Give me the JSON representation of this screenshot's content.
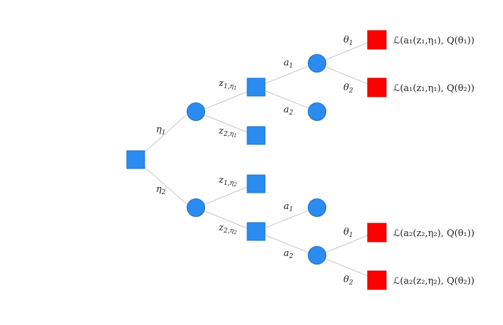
{
  "diagram": {
    "nodes": [
      {
        "id": "root",
        "shape": "square"
      },
      {
        "id": "c_eta1",
        "shape": "circle"
      },
      {
        "id": "c_eta2",
        "shape": "circle"
      },
      {
        "id": "d_z1_eta1",
        "shape": "square"
      },
      {
        "id": "d_z2_eta1",
        "shape": "square"
      },
      {
        "id": "d_z1_eta2",
        "shape": "square"
      },
      {
        "id": "d_z2_eta2",
        "shape": "square"
      },
      {
        "id": "c_a1_top",
        "shape": "circle"
      },
      {
        "id": "c_a2_top",
        "shape": "circle"
      },
      {
        "id": "c_a1_bot",
        "shape": "circle"
      },
      {
        "id": "c_a2_bot",
        "shape": "circle"
      },
      {
        "id": "t1",
        "shape": "terminal"
      },
      {
        "id": "t2",
        "shape": "terminal"
      },
      {
        "id": "t3",
        "shape": "terminal"
      },
      {
        "id": "t4",
        "shape": "terminal"
      }
    ],
    "edge_labels": {
      "eta1": {
        "base": "η",
        "sub": "1"
      },
      "eta2": {
        "base": "η",
        "sub": "2"
      },
      "z1_eta1": {
        "base": "z",
        "sub": "1,",
        "subsub": "η",
        "subsubsub": "1"
      },
      "z2_eta1": {
        "base": "z",
        "sub": "2,",
        "subsub": "η",
        "subsubsub": "1"
      },
      "z1_eta2": {
        "base": "z",
        "sub": "1,",
        "subsub": "η",
        "subsubsub": "2"
      },
      "z2_eta2": {
        "base": "z",
        "sub": "2,",
        "subsub": "η",
        "subsubsub": "2"
      },
      "a1_top": {
        "base": "a",
        "sub": "1"
      },
      "a2_top": {
        "base": "a",
        "sub": "2"
      },
      "a1_bot": {
        "base": "a",
        "sub": "1"
      },
      "a2_bot": {
        "base": "a",
        "sub": "2"
      },
      "theta1_top": {
        "base": "θ",
        "sub": "1"
      },
      "theta2_top": {
        "base": "θ",
        "sub": "2"
      },
      "theta1_bot": {
        "base": "θ",
        "sub": "1"
      },
      "theta2_bot": {
        "base": "θ",
        "sub": "2"
      }
    },
    "payoffs": {
      "t1": "ℒ(a₁(z₁,η₁), Q(θ₁))",
      "t2": "ℒ(a₁(z₁,η₁), Q(θ₂))",
      "t3": "ℒ(a₂(z₂,η₂), Q(θ₁))",
      "t4": "ℒ(a₂(z₂,η₂), Q(θ₂))"
    }
  },
  "colors": {
    "node_blue": "#2a8cf0",
    "terminal_red": "#ff0000",
    "edge_gray": "#c8c8c8"
  }
}
